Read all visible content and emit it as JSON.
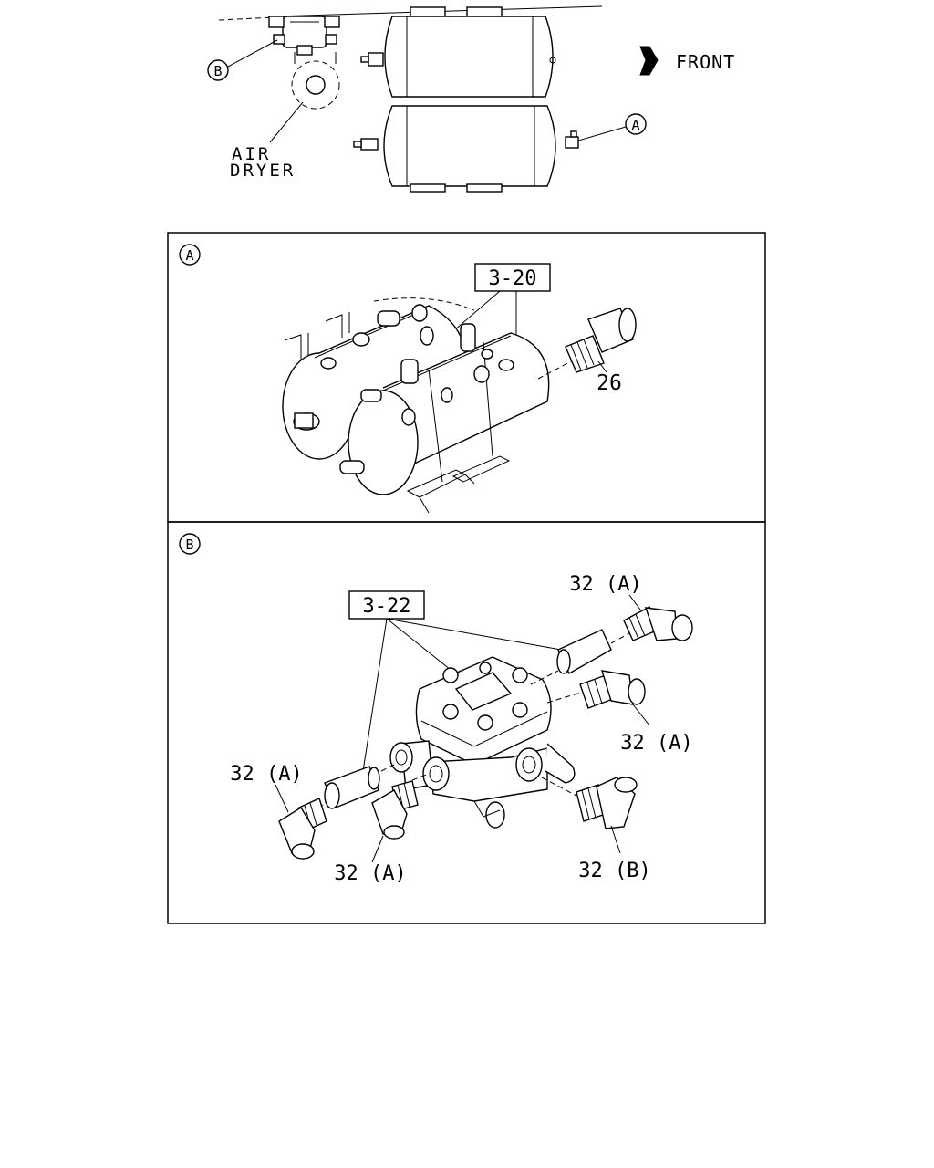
{
  "overview": {
    "callout_b": "B",
    "callout_a": "A",
    "air_dryer_line1": "AIR",
    "air_dryer_line2": "DRYER",
    "front_label": "FRONT"
  },
  "panel_a": {
    "marker": "A",
    "ref_box": "3-20",
    "part_26": "26"
  },
  "panel_b": {
    "marker": "B",
    "ref_box": "3-22",
    "part_top_right": "32 (A)",
    "part_mid_right": "32 (A)",
    "part_left": "32 (A)",
    "part_bottom_center": "32 (A)",
    "part_bottom_right": "32 (B)"
  }
}
